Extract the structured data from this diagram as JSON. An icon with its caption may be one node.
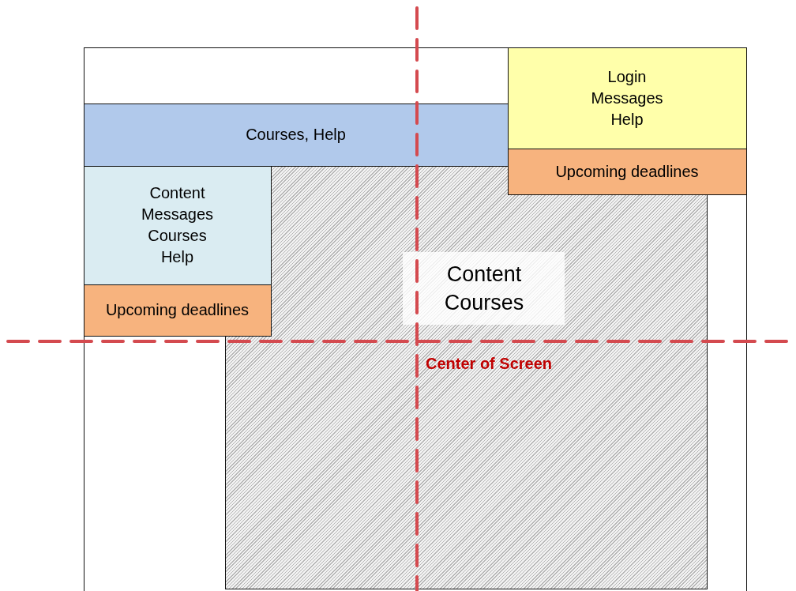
{
  "diagram": {
    "nodes": [
      {
        "text": [],
        "shape": "box"
      },
      {
        "text": [
          "Courses, Help"
        ],
        "in": 0
      },
      {
        "text": [
          "Login Messages Help"
        ],
        "in": 0
      },
      {
        "text": [
          "Upcoming deadlines"
        ],
        "in": 0
      },
      {
        "text": [
          "Content Messages Courses Help"
        ],
        "in": 0
      },
      {
        "text": [
          "Upcoming deadlines"
        ],
        "in": 0
      },
      {
        "text": [
          "Content Courses"
        ],
        "in": 0
      }
    ],
    "edges": [],
    "labels": [
      "Center of Screen"
    ]
  }
}
